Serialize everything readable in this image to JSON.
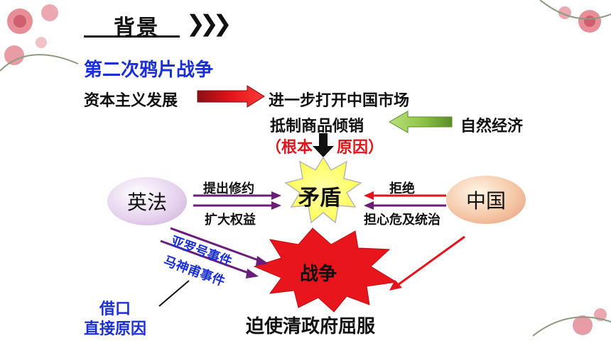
{
  "header": {
    "title": "背景",
    "chevrons": "❯❯❯"
  },
  "subtitle": "第二次鸦片战争",
  "row1": {
    "left": "资本主义发展",
    "right": "进一步打开中国市场"
  },
  "row2": {
    "left": "抵制商品倾销",
    "right": "自然经济"
  },
  "root_cause": {
    "open": "（根本",
    "close": "原因）"
  },
  "nodes": {
    "left": "英法",
    "center": "矛盾",
    "right": "中国",
    "war": "战争"
  },
  "arrows": {
    "left_top": "提出修约",
    "left_bottom": "扩大权益",
    "right_top": "拒绝",
    "right_bottom": "担心危及统治"
  },
  "incidents": {
    "first": "亚罗号事件",
    "second": "马神甫事件"
  },
  "pretext": {
    "line1": "借口",
    "line2": "直接原因"
  },
  "result": "迫使清政府屈服",
  "colors": {
    "accent_blue": "#1a2fd6",
    "red": "#e3141a",
    "purple_arrow": "#6b1d7a",
    "star_yellow": "#ffff66",
    "war_red": "#e8151c"
  }
}
